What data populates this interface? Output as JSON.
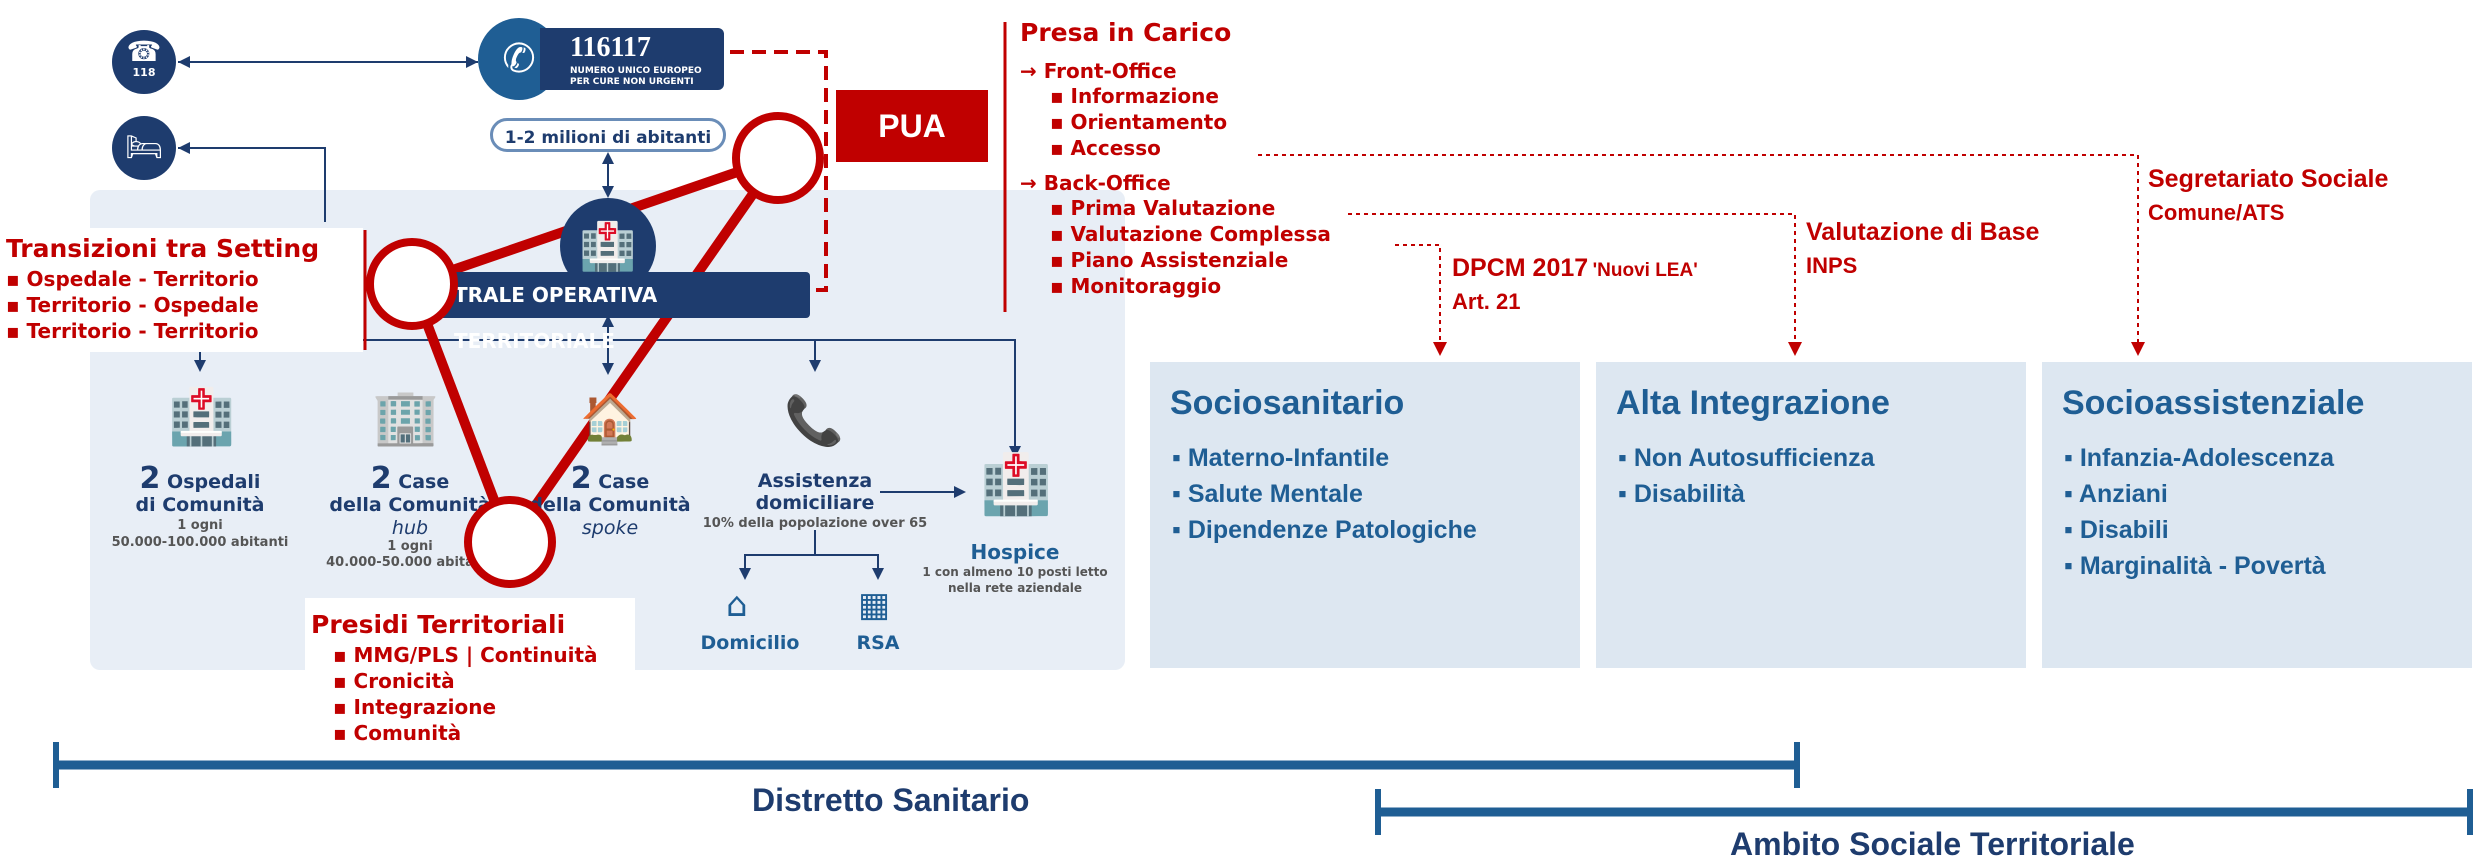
{
  "hotline": {
    "number": "116117",
    "subtitle_1": "NUMERO UNICO EUROPEO",
    "subtitle_2": "PER CURE NON URGENTI",
    "population": "1-2 milioni di abitanti",
    "badge_118": "118"
  },
  "cot": {
    "label": "TRALE OPERATIVA TERRITORIALE"
  },
  "pua": {
    "label": "PUA"
  },
  "transizioni": {
    "title": "Transizioni tra Setting",
    "items": [
      "Ospedale - Territorio",
      "Territorio - Ospedale",
      "Territorio - Territorio"
    ]
  },
  "presidi": {
    "title": "Presidi Territoriali",
    "items": [
      "MMG/PLS | Continuità",
      "Cronicità",
      "Integrazione",
      "Comunità"
    ]
  },
  "nodes": {
    "ospedali": {
      "count": "2",
      "line1": "Ospedali",
      "line2": "di Comunità",
      "note1": "1 ogni",
      "note2": "50.000-100.000 abitanti"
    },
    "case_hub": {
      "count": "2",
      "line1": "Case",
      "line2": "della Comunità",
      "type": "hub",
      "note1": "1 ogni",
      "note2": "40.000-50.000 abitanti"
    },
    "case_spoke": {
      "count": "2",
      "line1": "Case",
      "line2": "della Comunità",
      "type": "spoke"
    },
    "assistenza": {
      "line1": "Assistenza",
      "line2": "domiciliare",
      "note": "10% della popolazione over 65"
    },
    "hospice": {
      "label": "Hospice",
      "note1": "1 con almeno 10 posti letto",
      "note2": "nella rete aziendale"
    },
    "domicilio": {
      "label": "Domicilio"
    },
    "rsa": {
      "label": "RSA"
    }
  },
  "presa_in_carico": {
    "title": "Presa in Carico",
    "front_office": {
      "label": "→ Front-Office",
      "items": [
        "Informazione",
        "Orientamento",
        "Accesso"
      ]
    },
    "back_office": {
      "label": "→ Back-Office",
      "items": [
        "Prima Valutazione",
        "Valutazione Complessa",
        "Piano Assistenziale",
        "Monitoraggio"
      ]
    }
  },
  "annotations": {
    "dpcm": {
      "title": "DPCM 2017",
      "note": "'Nuovi LEA'",
      "article": "Art. 21"
    },
    "valutazione": {
      "title": "Valutazione di Base",
      "sub": "INPS"
    },
    "segretariato": {
      "title": "Segretariato Sociale",
      "sub": "Comune/ATS"
    }
  },
  "cards": [
    {
      "title": "Sociosanitario",
      "items": [
        "Materno-Infantile",
        "Salute Mentale",
        "Dipendenze Patologiche"
      ]
    },
    {
      "title": "Alta Integrazione",
      "items": [
        "Non Autosufficienza",
        "Disabilità"
      ]
    },
    {
      "title": "Socioassistenziale",
      "items": [
        "Infanzia-Adolescenza",
        "Anziani",
        "Disabili",
        "Marginalità - Povertà"
      ]
    }
  ],
  "distretto": {
    "label": "Distretto Sanitario"
  },
  "ambito": {
    "label": "Ambito Sociale Territoriale"
  },
  "colors": {
    "navy": "#1e3c6e",
    "red": "#c00000",
    "card_bg": "#dde7f1",
    "panel_bg": "#e8eef6",
    "accent_blue": "#1f5e94"
  }
}
